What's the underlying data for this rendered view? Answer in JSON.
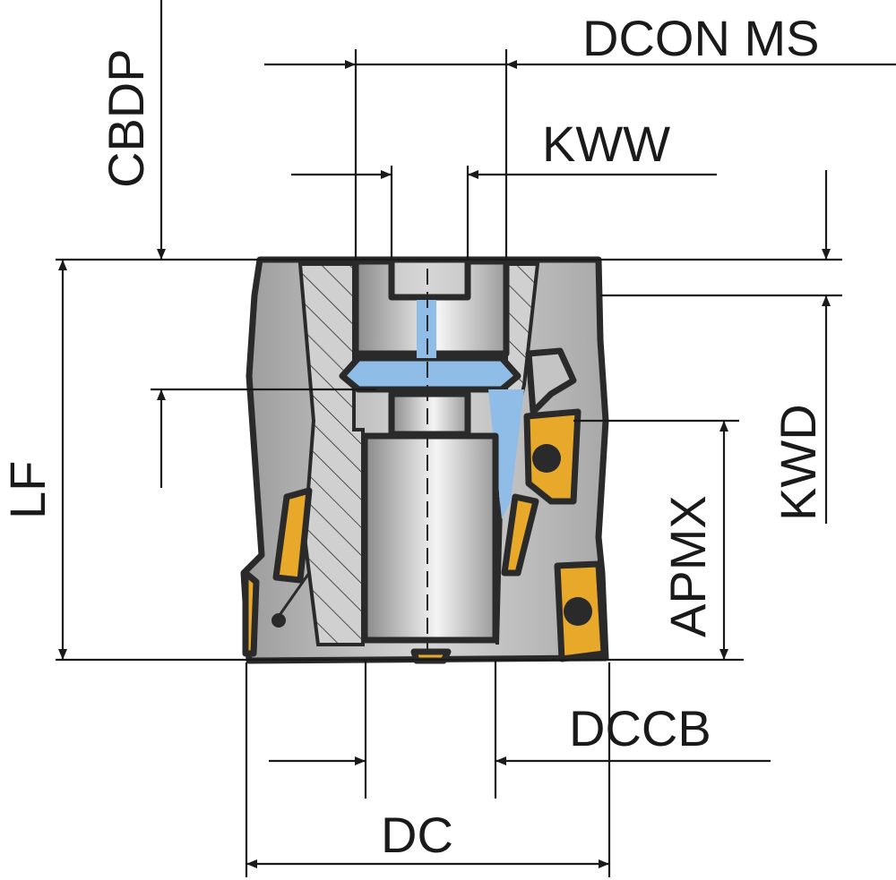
{
  "labels": {
    "dcon_ms": "DCON MS",
    "kww": "KWW",
    "cbdp": "CBDP",
    "lf": "LF",
    "kwd": "KWD",
    "apmx": "APMX",
    "dccb": "DCCB",
    "dc": "DC"
  },
  "colors": {
    "body": "#b8b8b8",
    "insert": "#e8a92a",
    "coolant": "#8fbde8",
    "outline": "#2a2a2a"
  }
}
